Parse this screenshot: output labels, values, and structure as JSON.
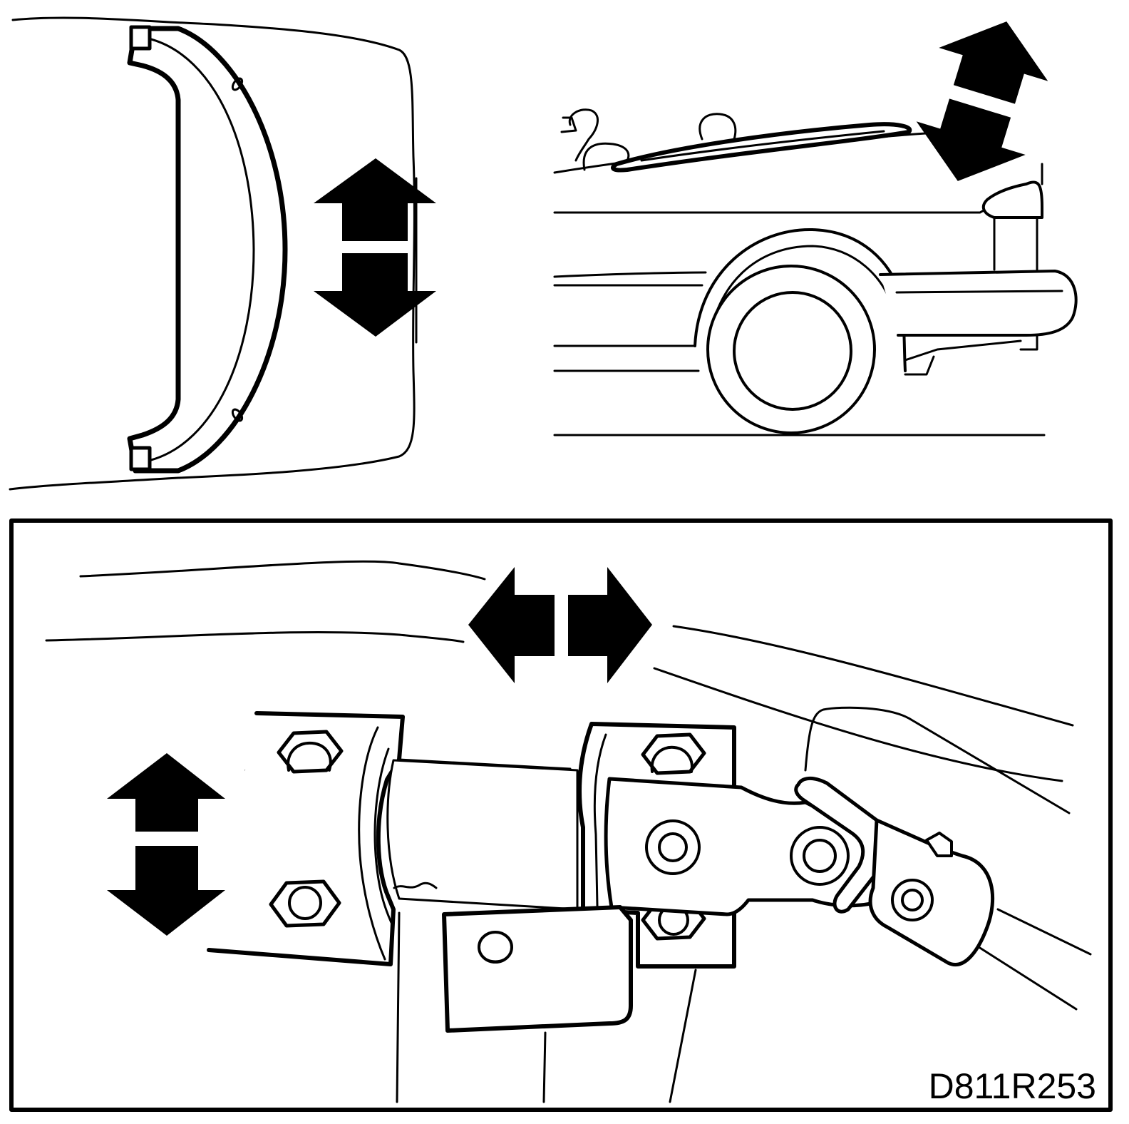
{
  "figure": {
    "code": "D811R253",
    "panels": [
      {
        "id": "top-left",
        "subject": "steering-column-cover"
      },
      {
        "id": "top-right",
        "subject": "vehicle-front-view"
      },
      {
        "id": "bottom",
        "subject": "steering-shaft-universal-joint"
      }
    ],
    "arrows": [
      {
        "panel": "top-left",
        "direction": "vertical",
        "icon": "double-arrow-vertical"
      },
      {
        "panel": "top-right",
        "direction": "diagonal",
        "icon": "double-arrow-diagonal"
      },
      {
        "panel": "bottom",
        "direction": "horizontal",
        "icon": "double-arrow-horizontal"
      },
      {
        "panel": "bottom",
        "direction": "vertical",
        "icon": "double-arrow-vertical"
      }
    ],
    "colors": {
      "ink": "#000000",
      "paper": "#ffffff"
    }
  }
}
